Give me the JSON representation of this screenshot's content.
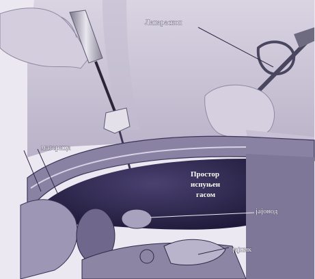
{
  "labels": {
    "laparoscope": "Лапараскоп",
    "uterus": "материца",
    "space_line1": "Простор",
    "space_line2": "испуњен",
    "space_line3": "гасом",
    "tube": "јајовод",
    "ovary": "јајник"
  },
  "colors": {
    "skin": "#cdc7d8",
    "abdomen_wall": "#6b6486",
    "cavity": "#2f2752",
    "organs": "#8e86a6",
    "text": "#ffffff"
  }
}
